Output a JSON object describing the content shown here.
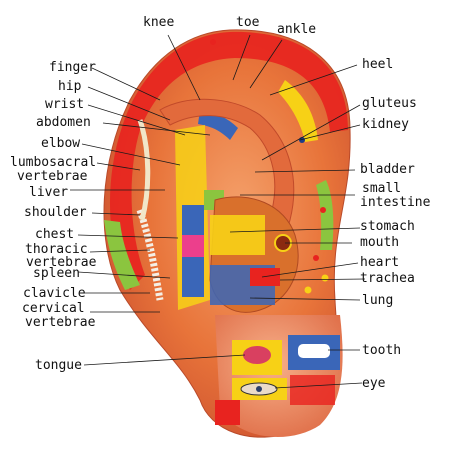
{
  "labels_top": {
    "knee": "knee",
    "toe": "toe",
    "ankle": "ankle"
  },
  "labels_left": {
    "finger": "finger",
    "hip": "hip",
    "wrist": "wrist",
    "abdomen": "abdomen",
    "elbow": "elbow",
    "lumbosacral": "lumbosacral",
    "vertebrae_lumbo": "vertebrae",
    "liver": "liver",
    "shoulder": "shoulder",
    "chest": "chest",
    "thoracic": "thoracic",
    "vertebrae_thoracic": "vertebrae",
    "spleen": "spleen",
    "clavicle": "clavicle",
    "cervical": "cervical",
    "vertebrae_cervical": "vertebrae",
    "tongue": "tongue"
  },
  "labels_right": {
    "heel": "heel",
    "gluteus": "gluteus",
    "kidney": "kidney",
    "bladder": "bladder",
    "small": "small",
    "intestine": "intestine",
    "stomach": "stomach",
    "mouth": "mouth",
    "heart": "heart",
    "trachea": "trachea",
    "lung": "lung",
    "tooth": "tooth",
    "eye": "eye"
  },
  "colors": {
    "ear_skin": "#e8743a",
    "ear_shadow": "#c94a2c",
    "helix_red": "#e8231f",
    "zone_yellow": "#f7d116",
    "zone_green": "#8bc53f",
    "zone_blue": "#3a66b8",
    "zone_pink": "#ec3f8c",
    "concha_brown": "#d9702c"
  }
}
